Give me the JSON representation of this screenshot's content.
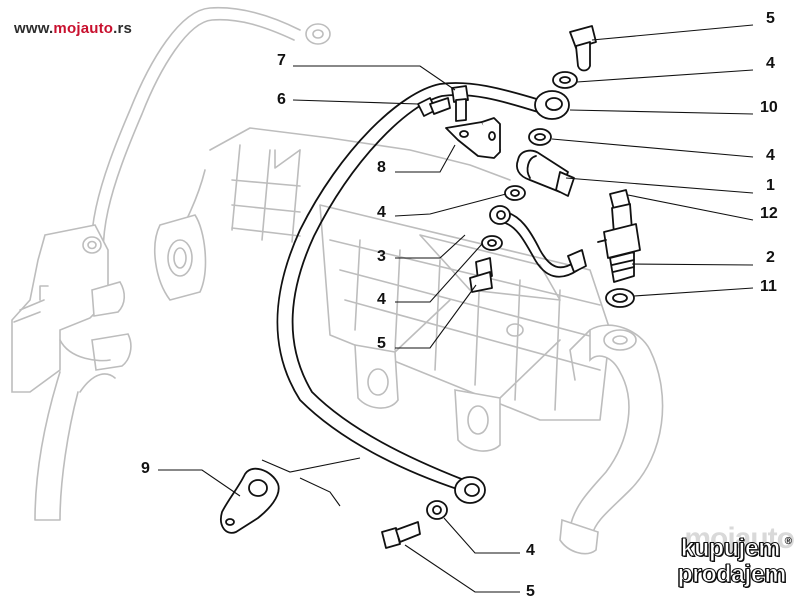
{
  "watermark": {
    "prefix": "www.",
    "brand": "mojauto",
    "suffix": ".rs"
  },
  "callouts": {
    "c1": "1",
    "c2": "2",
    "c3": "3",
    "c4a": "4",
    "c4b": "4",
    "c4c": "4",
    "c4d": "4",
    "c4e": "4",
    "c5a": "5",
    "c5b": "5",
    "c5c": "5",
    "c6": "6",
    "c7": "7",
    "c8": "8",
    "c9": "9",
    "c10": "10",
    "c11": "11",
    "c12": "12"
  },
  "brand_logo": {
    "ghost": "mojauto",
    "line1": "kupujem",
    "line2": "prodajem",
    "reg": "®"
  },
  "colors": {
    "ink": "#111111",
    "ghost_lines": "#bdbdbd",
    "watermark_accent": "#c8102e"
  }
}
